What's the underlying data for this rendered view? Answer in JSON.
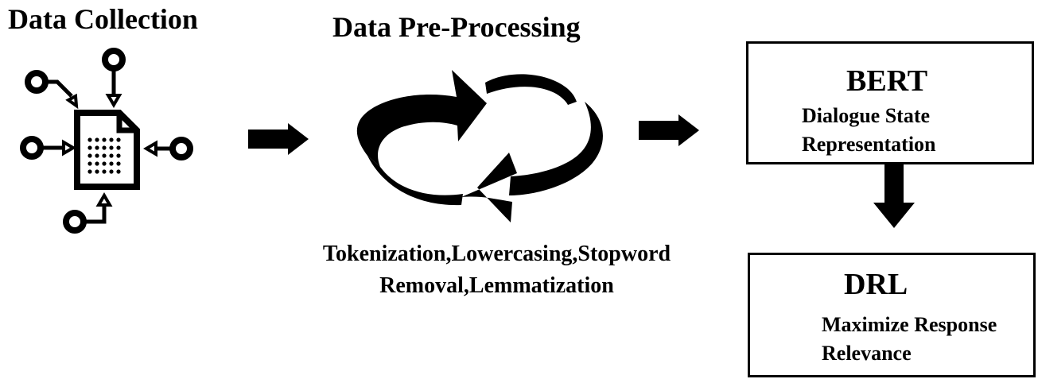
{
  "stages": {
    "collection": {
      "title": "Data Collection"
    },
    "preprocessing": {
      "title": "Data Pre-Processing",
      "steps_line1": "Tokenization,Lowercasing,Stopword",
      "steps_line2": "Removal,Lemmatization"
    },
    "bert": {
      "title": "BERT",
      "line1": "Dialogue State",
      "line2": "Representation"
    },
    "drl": {
      "title": "DRL",
      "line1": "Maximize Response",
      "line2": "Relevance"
    }
  },
  "icons": {
    "collection": "document-with-inputs-icon",
    "preprocessing": "cycle-arrows-icon"
  },
  "colors": {
    "stroke": "#000000",
    "background": "#ffffff"
  }
}
